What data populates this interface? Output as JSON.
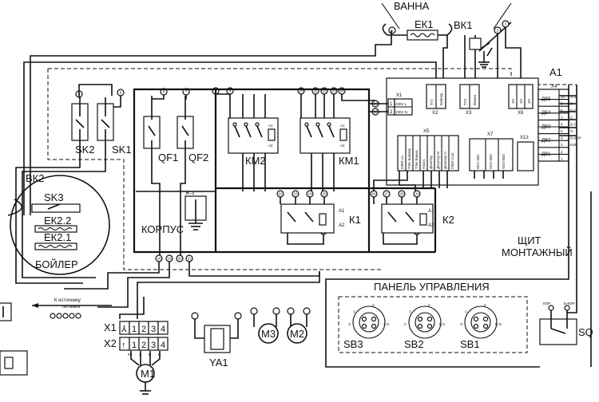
{
  "labels": {
    "bath": "ВАННА",
    "ek1": "ЕК1",
    "bk1": "ВК1",
    "a1": "А1",
    "x1_terms": "X1",
    "x2_terms": "X2",
    "x3_terms": "X3",
    "x4_terms": "X4",
    "x5_terms": "X5",
    "x6_terms": "X6",
    "x7_terms": "X7",
    "x13_terms": "X13",
    "sk2": "SK2",
    "sk1": "SK1",
    "qf1": "QF1",
    "qf2": "QF2",
    "km2": "КМ2",
    "km1": "КМ1",
    "k1": "К1",
    "k2": "К2",
    "bk2": "ВК2",
    "sk3": "SK3",
    "ek22": "ЕК2.2",
    "ek21": "ЕК2.1",
    "boiler": "БОЙЛЕР",
    "korpus": "КОРПУС",
    "shield_line1": "ЩИТ",
    "shield_line2": "МОНТАЖНЫЙ",
    "panel": "ПАНЕЛЬ УПРАВЛЕНИЯ",
    "source_line1": "К источнику",
    "source_line2": "питания",
    "x1": "X1",
    "x2": "X2",
    "m1": "M1",
    "ya1": "YA1",
    "m3": "M3",
    "m2": "M2",
    "sb3": "SB3",
    "sb2": "SB2",
    "sb1": "SB1",
    "sq": "SQ",
    "a1_coil": "A1",
    "a2_coil": "A2",
    "koc": "КОР",
    "bkor": "Б-КОР",
    "zh3": "Ж-З"
  },
  "x1_row": [
    "1",
    "2",
    "3",
    "4"
  ],
  "x2_row": [
    "1",
    "2",
    "3",
    "4"
  ],
  "x1_symbol": "⅄",
  "x2_symbol": "↑",
  "m1_terms": [
    "КР",
    "С",
    "Н",
    "Н"
  ],
  "x1_block": [
    "1",
    "2"
  ],
  "x1_block_text": [
    "230V L",
    "230V N"
  ],
  "x2_block": [
    "ТГ2",
    "Бойлер"
  ],
  "x3_block": [
    "ТП1",
    "Ванна"
  ],
  "x6_block": [
    "ЗН",
    "ЗО",
    "ЗН"
  ],
  "x5_block": [
    "230V Ln",
    "ТЭН Бойлер",
    "ТЭН Ванна",
    "Насос",
    "Дозатор",
    "Дозатор М",
    "Дозатор О",
    "230V Lout"
  ],
  "x7_block": [
    "VD1-SB1",
    "VD2-SB2",
    "VD3-SB3"
  ],
  "x4_block": [
    {
      "name": "ДВ5",
      "pin": "10",
      "sig": "З-З"
    },
    {
      "name": "",
      "pin": "9",
      "sig": "З"
    },
    {
      "name": "ДВ4",
      "pin": "8",
      "sig": "Б-С"
    },
    {
      "name": "",
      "pin": "7",
      "sig": "С"
    },
    {
      "name": "ДВ3",
      "pin": "6",
      "sig": "Б-О"
    },
    {
      "name": "",
      "pin": "5",
      "sig": "О"
    },
    {
      "name": "ДВ2",
      "pin": "4",
      "sig": "Б-КОР"
    },
    {
      "name": "",
      "pin": "3",
      "sig": "КОР"
    },
    {
      "name": "ДВ1",
      "pin": "2",
      "sig": ""
    },
    {
      "name": "",
      "pin": "1",
      "sig": ""
    }
  ],
  "sb3_pins": [
    "1",
    "2",
    "З",
    "З-З"
  ],
  "sb2_pins": [
    "1",
    "2",
    "С",
    "Б-С"
  ],
  "sb1_pins": [
    "1",
    "2",
    "О",
    "Б-О"
  ],
  "wire_numbers": [
    "1",
    "2",
    "3",
    "4",
    "5",
    "6",
    "7",
    "8",
    "9",
    "10",
    "11",
    "12",
    "13",
    "14",
    "15",
    "16",
    "17",
    "18",
    "19",
    "20",
    "21",
    "22",
    "23",
    "24",
    "25",
    "26",
    "27",
    "28",
    "29",
    "30"
  ]
}
